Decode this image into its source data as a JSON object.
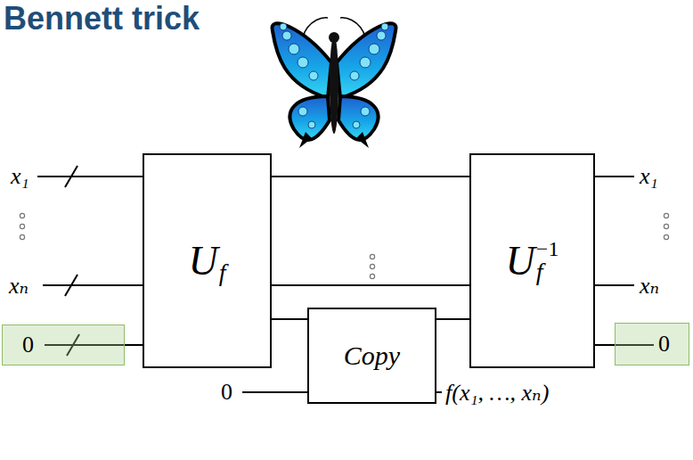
{
  "diagram": {
    "title": "Bennett trick",
    "nodes": [
      {
        "text": [
          "U",
          "f"
        ]
      },
      {
        "text": [
          "U",
          "f",
          "−1"
        ]
      },
      {
        "text": [
          "0"
        ]
      },
      {
        "text": [
          "0"
        ]
      },
      {
        "text": [
          "Copy"
        ]
      }
    ],
    "edges": [
      {
        "from": 2,
        "to": 0,
        "arrow": "none"
      },
      {
        "from": 0,
        "to": 1,
        "arrow": "none"
      },
      {
        "from": 0,
        "to": 1,
        "arrow": "none"
      },
      {
        "from": 0,
        "to": 4,
        "arrow": "none"
      },
      {
        "from": 4,
        "to": 1,
        "arrow": "none"
      },
      {
        "from": 1,
        "to": 3,
        "arrow": "none"
      }
    ],
    "labels": [
      "x₁",
      "xₙ",
      "0",
      "x₁",
      "xₙ",
      "f(x₁, …, xₙ)"
    ]
  }
}
